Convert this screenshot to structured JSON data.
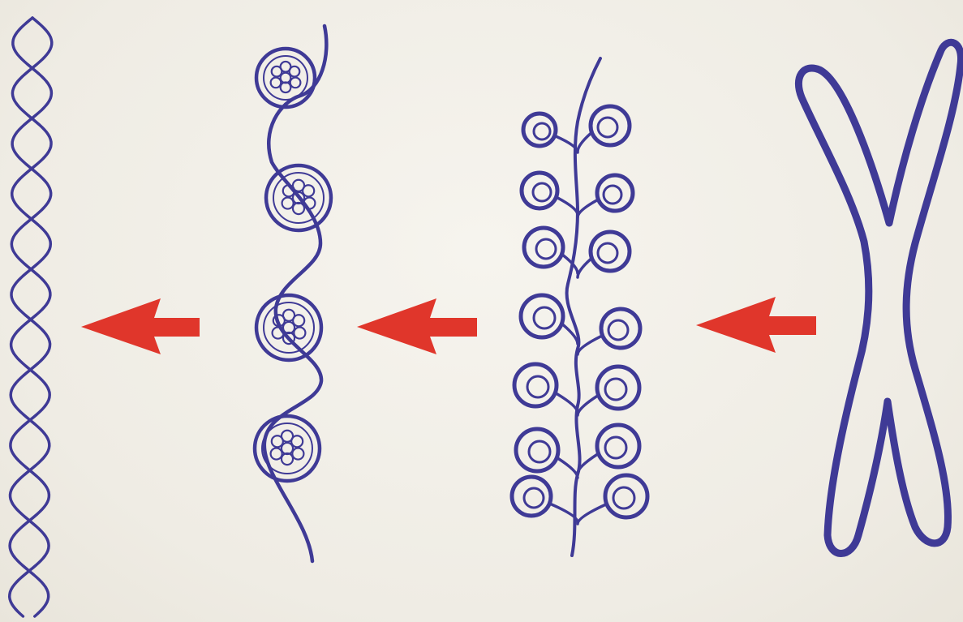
{
  "colors": {
    "ink": "#3f3a96",
    "arrow": "#e0362b",
    "paper": "#f1efe8"
  },
  "stages": [
    {
      "id": "dna-double-helix",
      "icon": "double-helix-icon"
    },
    {
      "id": "nucleosome-fiber",
      "icon": "beads-on-string-icon"
    },
    {
      "id": "looped-chromatin-fiber",
      "icon": "looped-fiber-icon"
    },
    {
      "id": "metaphase-chromosome",
      "icon": "x-chromosome-icon"
    }
  ],
  "arrows": [
    {
      "from": "nucleosome-fiber",
      "to": "dna-double-helix",
      "direction": "left"
    },
    {
      "from": "looped-chromatin-fiber",
      "to": "nucleosome-fiber",
      "direction": "left"
    },
    {
      "from": "metaphase-chromosome",
      "to": "looped-chromatin-fiber",
      "direction": "left"
    }
  ]
}
